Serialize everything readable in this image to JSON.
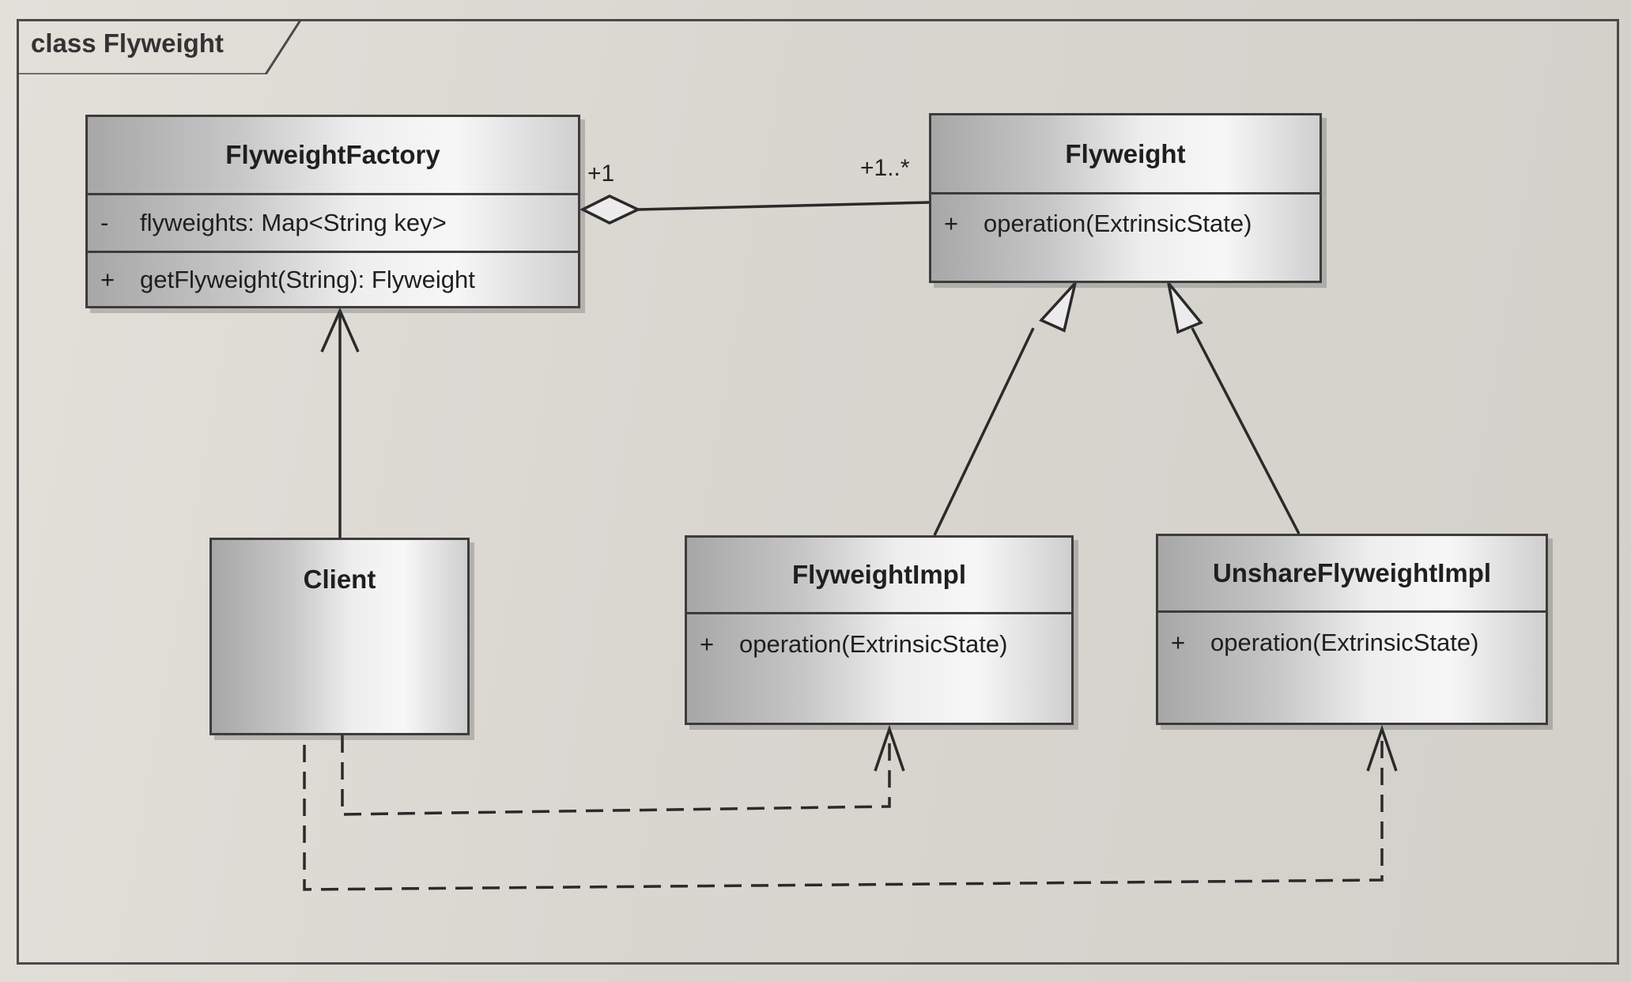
{
  "frame": {
    "title": "class Flyweight"
  },
  "classes": {
    "factory": {
      "name": "FlyweightFactory",
      "attribute": {
        "visibility": "-",
        "text": "flyweights: Map<String key>"
      },
      "operation": {
        "visibility": "+",
        "text": "getFlyweight(String): Flyweight"
      }
    },
    "flyweight": {
      "name": "Flyweight",
      "operation": {
        "visibility": "+",
        "text": "operation(ExtrinsicState)"
      }
    },
    "client": {
      "name": "Client"
    },
    "impl": {
      "name": "FlyweightImpl",
      "operation": {
        "visibility": "+",
        "text": "operation(ExtrinsicState)"
      }
    },
    "unshare": {
      "name": "UnshareFlyweightImpl",
      "operation": {
        "visibility": "+",
        "text": "operation(ExtrinsicState)"
      }
    }
  },
  "relations": {
    "aggregation": {
      "from": "FlyweightFactory",
      "to": "Flyweight",
      "source_multiplicity": "+1",
      "target_multiplicity": "+1..*"
    },
    "association": {
      "from": "Client",
      "to": "FlyweightFactory"
    },
    "generalizations": [
      {
        "from": "FlyweightImpl",
        "to": "Flyweight"
      },
      {
        "from": "UnshareFlyweightImpl",
        "to": "Flyweight"
      }
    ],
    "dependencies": [
      {
        "from": "Client",
        "to": "FlyweightImpl"
      },
      {
        "from": "Client",
        "to": "UnshareFlyweightImpl"
      }
    ]
  }
}
